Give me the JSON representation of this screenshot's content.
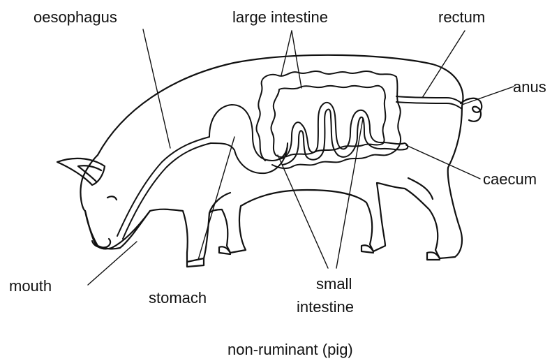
{
  "diagram": {
    "caption": "non-ruminant (pig)",
    "labels": {
      "oesophagus": "oesophagus",
      "large_intestine": "large intestine",
      "rectum": "rectum",
      "anus": "anus",
      "caecum": "caecum",
      "mouth": "mouth",
      "stomach": "stomach",
      "small_intestine_line1": "small",
      "small_intestine_line2": "intestine"
    }
  }
}
